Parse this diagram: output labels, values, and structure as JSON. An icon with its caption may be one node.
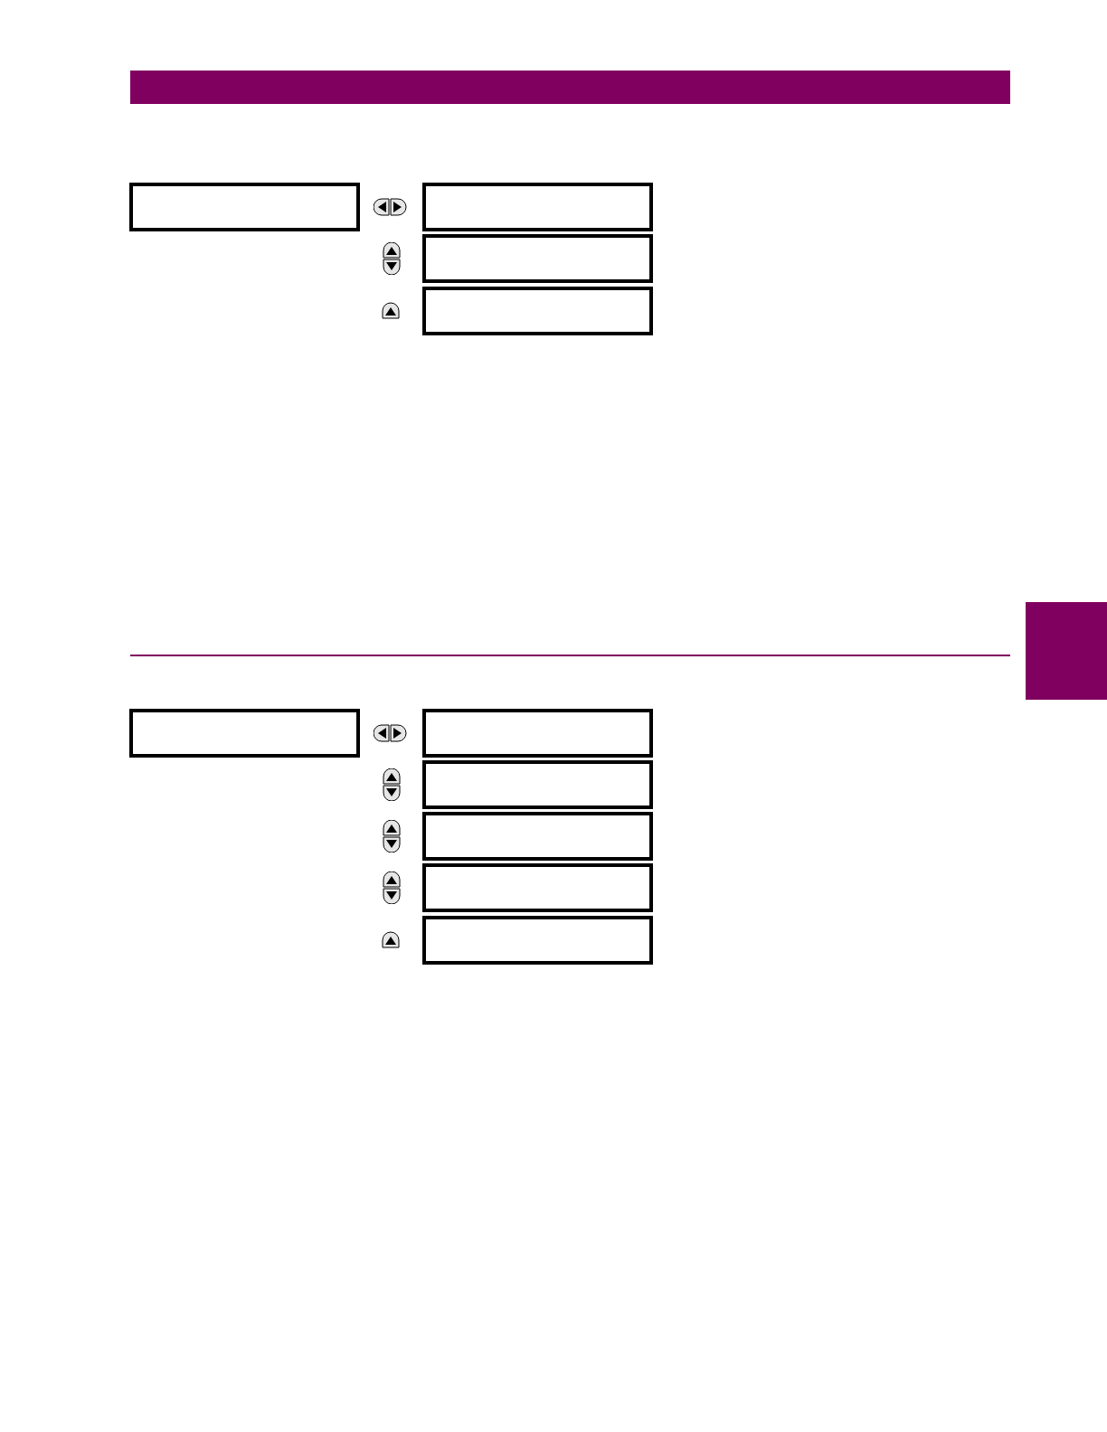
{
  "diagram": {
    "nodes": [
      {
        "text": [],
        "shape": "box"
      },
      {
        "text": [],
        "shape": "box"
      },
      {
        "text": [],
        "shape": "box"
      },
      {
        "text": [],
        "shape": "box"
      },
      {
        "text": [],
        "shape": "box"
      },
      {
        "text": [],
        "shape": "box"
      },
      {
        "text": [],
        "shape": "box"
      },
      {
        "text": [],
        "shape": "box"
      },
      {
        "text": [],
        "shape": "box"
      },
      {
        "text": [],
        "shape": "box"
      },
      {
        "text": [],
        "shape": "bar"
      }
    ]
  }
}
